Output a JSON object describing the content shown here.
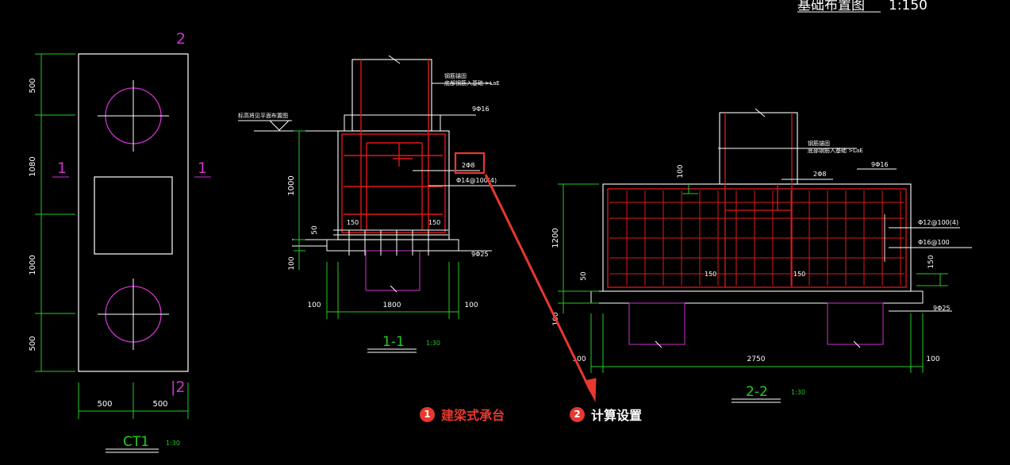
{
  "drawing": {
    "header_title": "基础布置图",
    "header_scale": "1:150",
    "plan": {
      "label_top": "2",
      "label_left": "1",
      "label_right": "1",
      "label_bottom": "|2",
      "dim_v": [
        "500",
        "1080",
        "1000",
        "500"
      ],
      "dim_h": [
        "500",
        "500"
      ],
      "title": "CT1",
      "scale": "1:30"
    },
    "section_1": {
      "note_top1": "钢筋锚固",
      "note_top2": "底部钢筋入基础 >LaE",
      "note_left": "标高将见平面布置图",
      "rebar_9": "9Φ16",
      "rebar_2": "2Φ8",
      "rebar_14": "Φ14@100(4)",
      "rebar_25": "9Φ25",
      "dim_1000": "1000",
      "dim_50": "50",
      "dim_100": "100",
      "dim_150a": "150",
      "dim_150b": "150",
      "dim_bottom_left": "100",
      "dim_bottom_mid": "1800",
      "dim_bottom_right": "100",
      "title": "1-1",
      "scale": "1:30"
    },
    "section_2": {
      "note_top1": "钢筋锚固",
      "note_top2": "底部钢筋入基础 >LaE",
      "rebar_9": "9Φ16",
      "rebar_2": "2Φ8",
      "rebar_12": "Φ12@100(4)",
      "rebar_16": "Φ16@100",
      "rebar_25": "9Φ25",
      "dim_100": "100",
      "dim_1200": "1200",
      "dim_50": "50",
      "dim_100b": "100",
      "dim_150a": "150",
      "dim_150b": "150",
      "dim_150r": "150",
      "dim_left": "100",
      "dim_mid": "2750",
      "dim_right": "100",
      "title": "2-2",
      "scale": "1:30"
    }
  },
  "annotations": {
    "step1_num": "1",
    "step1_label": "建梁式承台",
    "step2_num": "2",
    "step2_label": "计算设置"
  },
  "colors": {
    "background": "#000000",
    "line_white": "#ffffff",
    "dim_green": "#22cc22",
    "magenta": "#cc33cc",
    "rebar_red": "#e01818",
    "highlight_red": "#e8382f"
  }
}
